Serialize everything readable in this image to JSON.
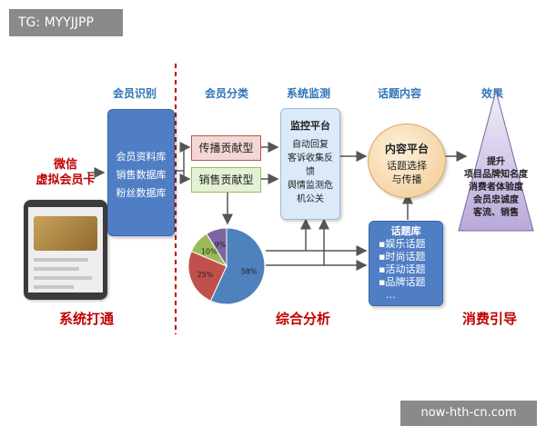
{
  "overlay": {
    "tag": "TG: MYYJJPP",
    "watermark": "now-hth-cn.com"
  },
  "column_headers": {
    "member_id": "会员识别",
    "member_class": "会员分类",
    "monitoring": "系统监测",
    "topic_content": "话题内容",
    "effect": "效果"
  },
  "bottom_labels": {
    "integration": "系统打通",
    "analysis": "综合分析",
    "guidance": "消费引导"
  },
  "left": {
    "line1": "微信",
    "line2": "虚拟会员卡"
  },
  "databases": [
    "会员资料库",
    "销售数据库",
    "粉丝数据库"
  ],
  "member_types": {
    "spread": "传播贡献型",
    "sales": "销售贡献型"
  },
  "monitor": {
    "title": "监控平台",
    "lines": [
      "自动回复",
      "客诉收集反",
      "馈",
      "舆情监测危",
      "机公关"
    ]
  },
  "content_platform": {
    "title": "内容平台",
    "line1": "话题选择",
    "line2": "与传播"
  },
  "topic_library": {
    "title": "话题库",
    "items": [
      "▪娱乐话题",
      "▪时尚话题",
      "▪活动话题",
      "▪品牌话题"
    ],
    "more": "..."
  },
  "effect_triangle": {
    "lines": [
      "提升",
      "项目品牌知名度",
      "消费者体验度",
      "会员忠诚度",
      "客流、销售"
    ]
  },
  "chart_data": {
    "type": "pie",
    "title": "",
    "categories": [
      "58%",
      "25%",
      "10%",
      "9%"
    ],
    "values": [
      58,
      25,
      10,
      9
    ],
    "labels": [
      "58%",
      "25%",
      "10%",
      "9%"
    ],
    "colors": [
      "#4f81bd",
      "#c0504d",
      "#9bbb59",
      "#8064a2"
    ]
  }
}
